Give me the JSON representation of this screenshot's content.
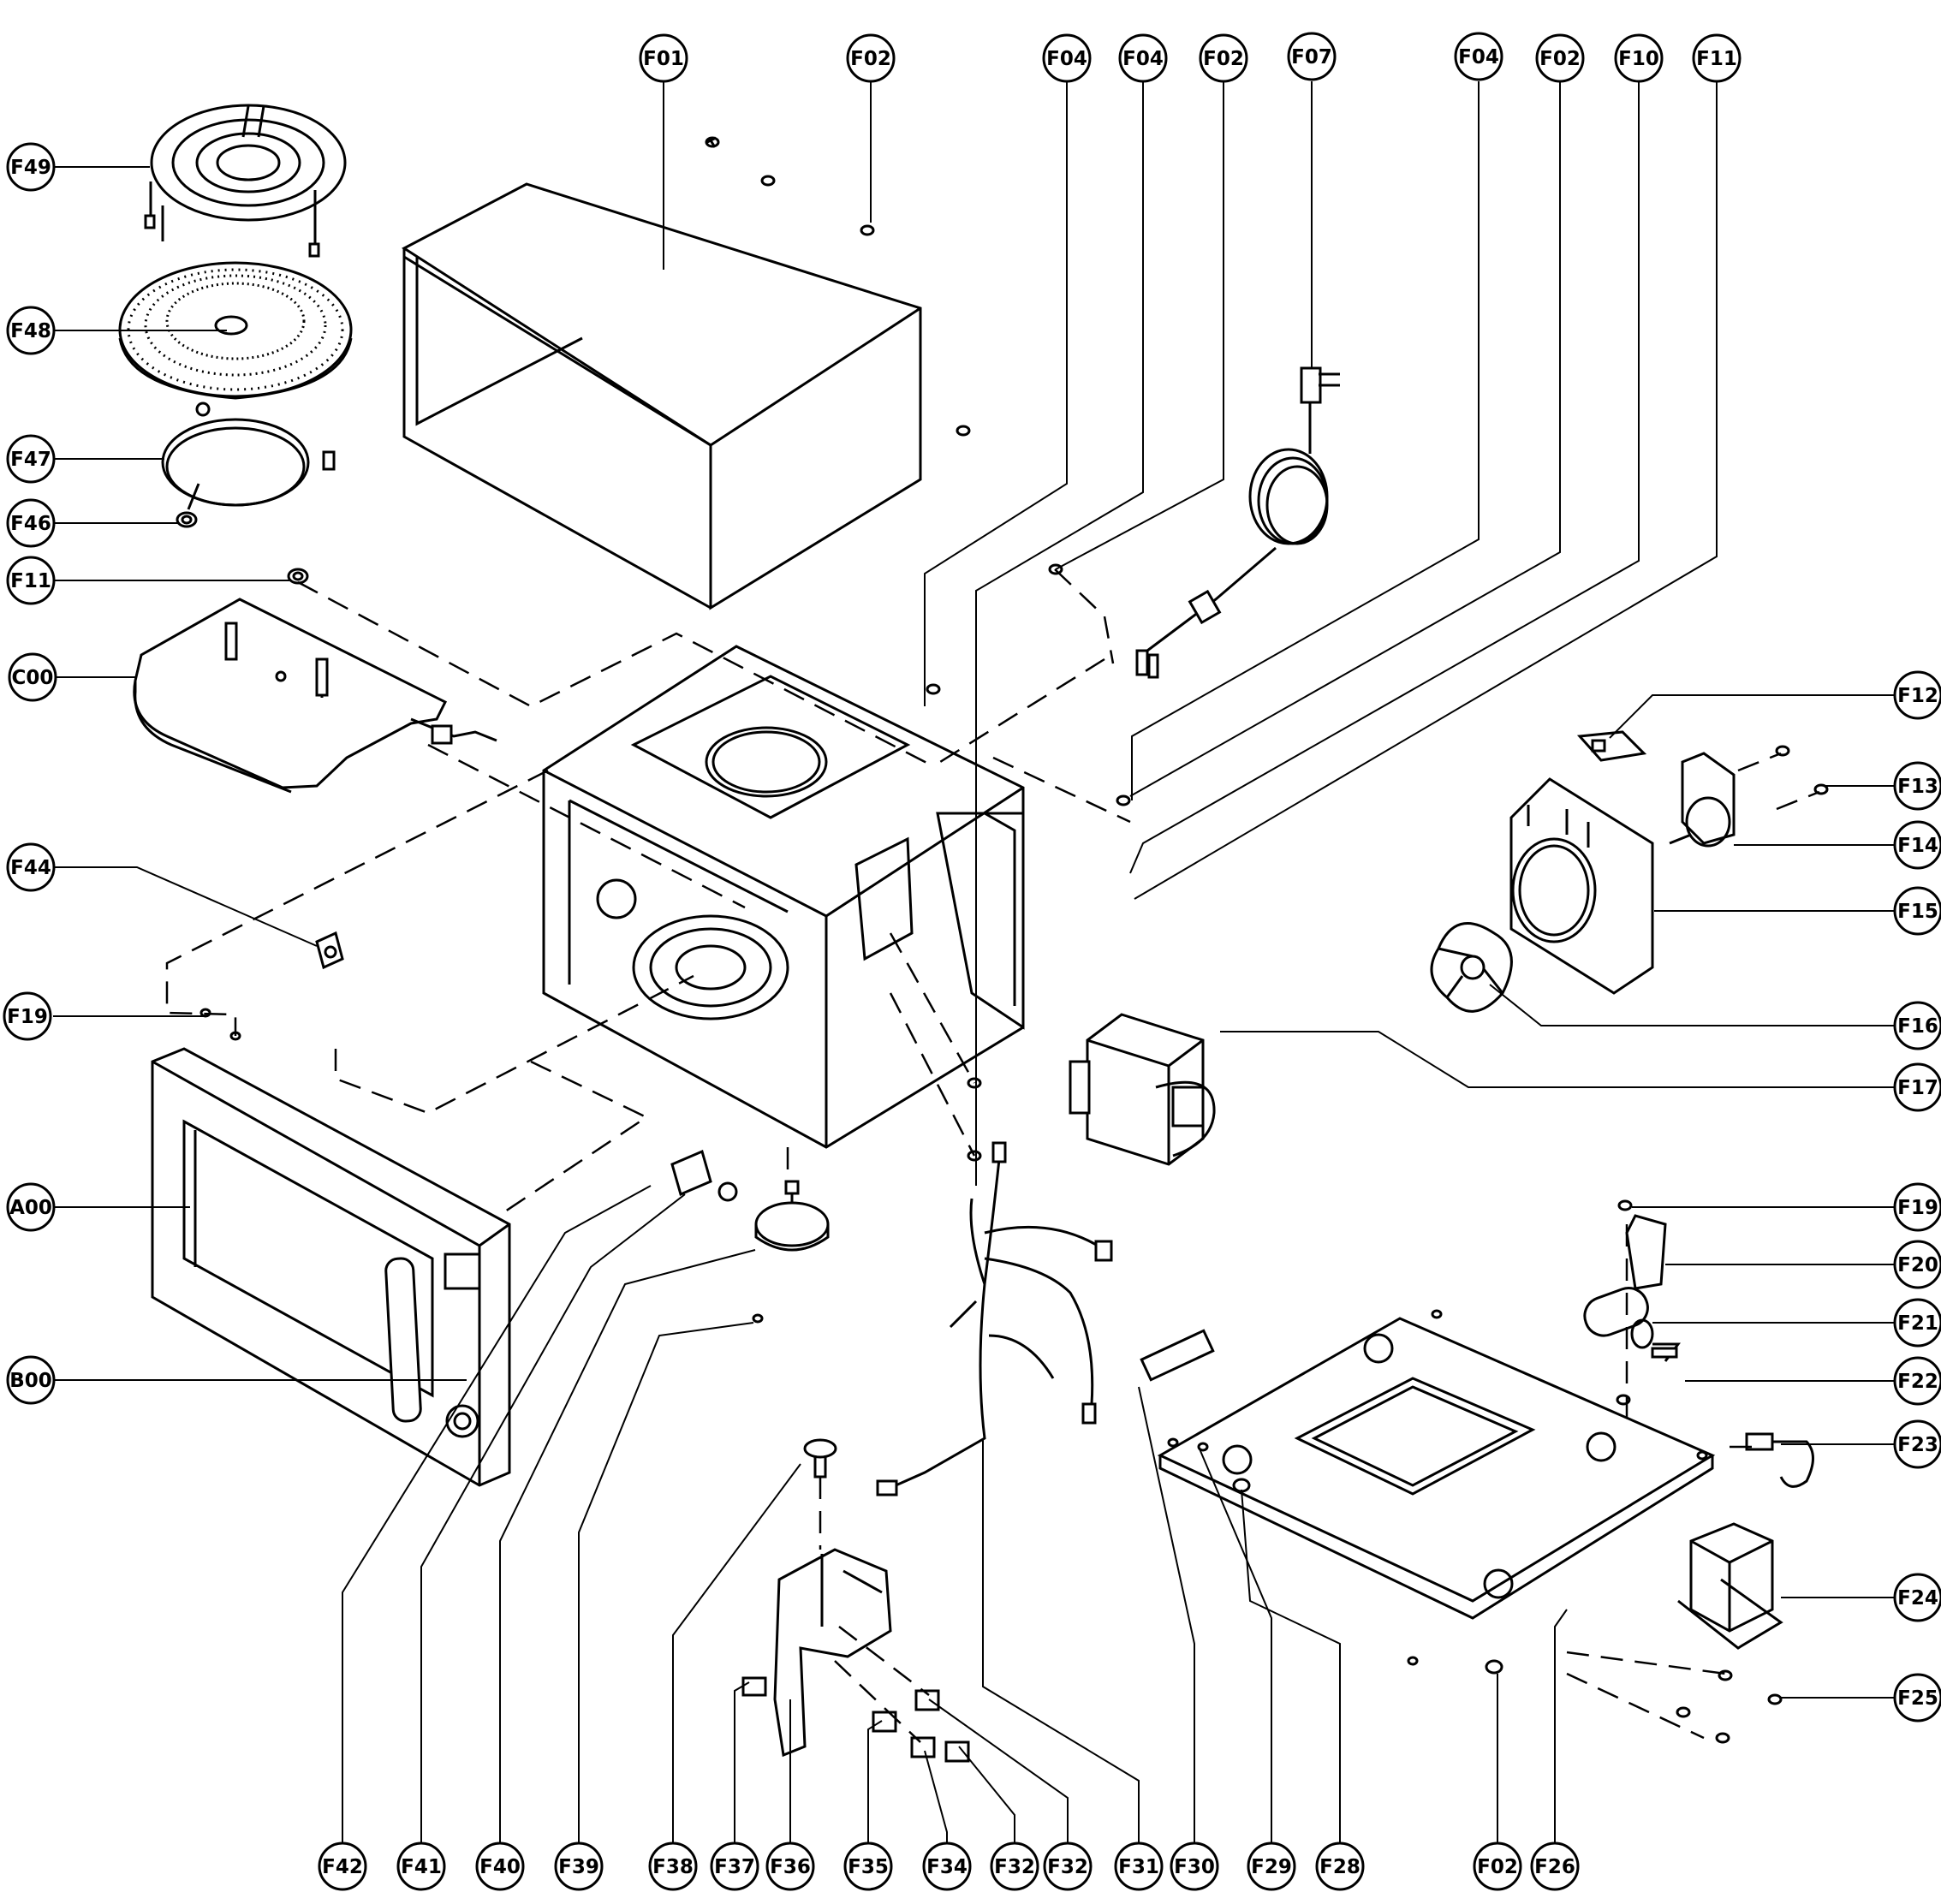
{
  "labels": {
    "top": [
      "F01",
      "F02",
      "F04",
      "F04",
      "F02",
      "F07",
      "F04",
      "F02",
      "F10",
      "F11"
    ],
    "left": [
      "F49",
      "F48",
      "F47",
      "F46",
      "F11",
      "C00",
      "F44",
      "F19",
      "A00",
      "B00"
    ],
    "right": [
      "F12",
      "F13",
      "F14",
      "F15",
      "F16",
      "F17",
      "F19",
      "F20",
      "F21",
      "F22",
      "F23",
      "F24",
      "F25"
    ],
    "bottom": [
      "F42",
      "F41",
      "F40",
      "F39",
      "F38",
      "F37",
      "F36",
      "F35",
      "F34",
      "F32",
      "F32",
      "F31",
      "F30",
      "F29",
      "F28",
      "F02",
      "F26"
    ]
  }
}
